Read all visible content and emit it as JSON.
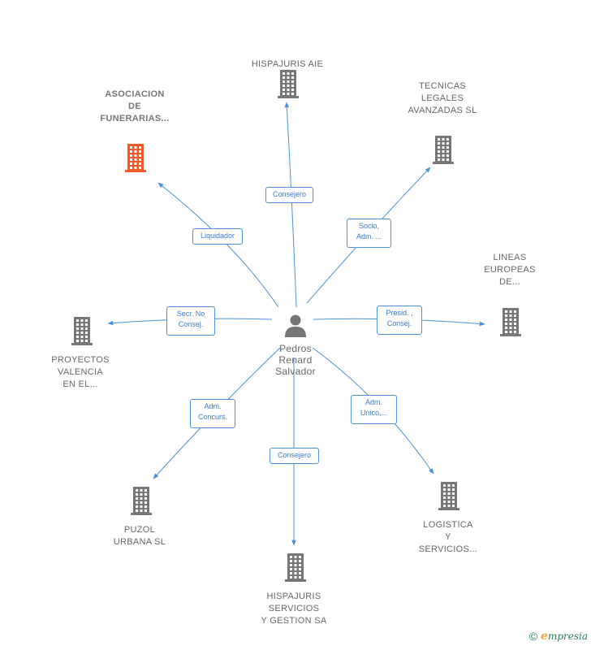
{
  "center": {
    "name_lines": [
      "Pedros",
      "Renard",
      "Salvador"
    ],
    "icon": "person-icon"
  },
  "nodes": [
    {
      "id": "hispajuris-aie",
      "lines": [
        "HISPAJURIS AIE"
      ],
      "highlight": false
    },
    {
      "id": "asociacion-funerarias",
      "lines": [
        "ASOCIACION",
        "DE",
        "FUNERARIAS..."
      ],
      "highlight": true
    },
    {
      "id": "tecnicas-legales",
      "lines": [
        "TECNICAS",
        "LEGALES",
        "AVANZADAS SL"
      ],
      "highlight": false
    },
    {
      "id": "lineas-europeas",
      "lines": [
        "LINEAS",
        "EUROPEAS",
        "DE..."
      ],
      "highlight": false
    },
    {
      "id": "proyectos-valencia",
      "lines": [
        "PROYECTOS",
        "VALENCIA",
        "EN EL..."
      ],
      "highlight": false
    },
    {
      "id": "puzol-urbana",
      "lines": [
        "PUZOL",
        "URBANA SL"
      ],
      "highlight": false
    },
    {
      "id": "logistica-servicios",
      "lines": [
        "LOGISTICA",
        "Y",
        "SERVICIOS..."
      ],
      "highlight": false
    },
    {
      "id": "hispajuris-servicios",
      "lines": [
        "HISPAJURIS",
        "SERVICIOS",
        "Y GESTION SA"
      ],
      "highlight": false
    }
  ],
  "edges": [
    {
      "to": "hispajuris-aie",
      "label_lines": [
        "Consejero"
      ]
    },
    {
      "to": "asociacion-funerarias",
      "label_lines": [
        "Liquidador"
      ]
    },
    {
      "to": "tecnicas-legales",
      "label_lines": [
        "Socio,",
        "Adm. ..."
      ]
    },
    {
      "to": "lineas-europeas",
      "label_lines": [
        "Presid. ,",
        "Consej."
      ]
    },
    {
      "to": "proyectos-valencia",
      "label_lines": [
        "Secr.  No",
        "Consej."
      ]
    },
    {
      "to": "puzol-urbana",
      "label_lines": [
        "Adm.",
        "Concurs."
      ]
    },
    {
      "to": "logistica-servicios",
      "label_lines": [
        "Adm.",
        "Unico,..."
      ]
    },
    {
      "to": "hispajuris-servicios",
      "label_lines": [
        "Consejero"
      ]
    }
  ],
  "colors": {
    "building": "#777777",
    "building_highlight": "#f05a28",
    "edge": "#4a90d9",
    "person": "#777777"
  },
  "footer": {
    "copyright": "©",
    "brand_initial": "e",
    "brand_rest": "mpresia"
  }
}
